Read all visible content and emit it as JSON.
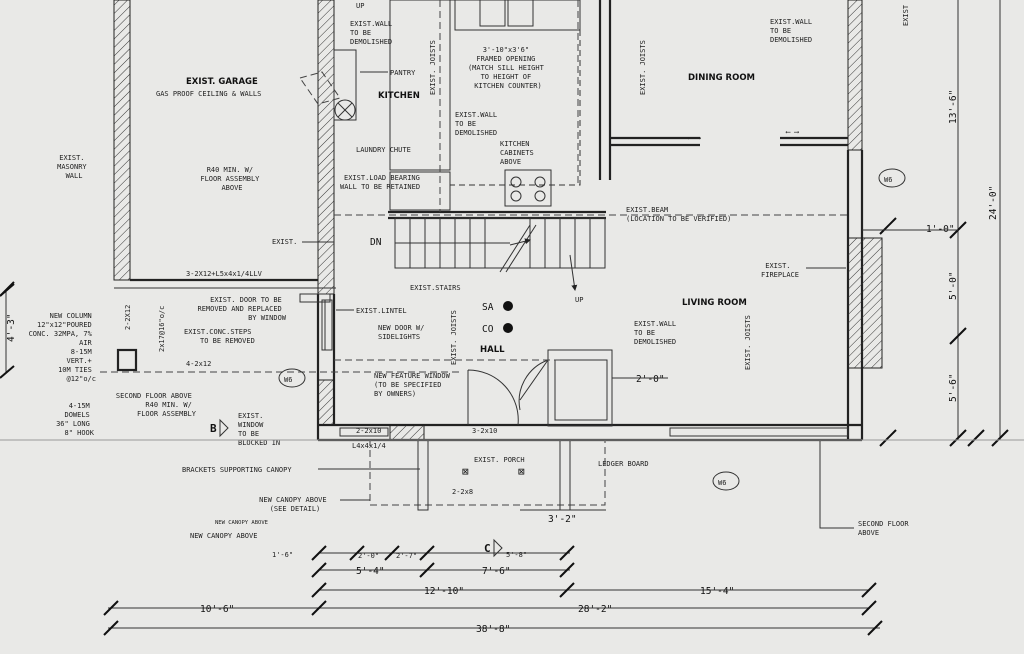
{
  "labels": {
    "up_top": "UP",
    "wall_demo_1": [
      "EXIST.WALL",
      "TO BE",
      "DEMOLISHED"
    ],
    "wall_demo_2": [
      "EXIST.WALL",
      "TO BE",
      "DEMOLISHED"
    ],
    "wall_demo_3": [
      "EXIST.WALL",
      "TO BE",
      "DEMOLISHED"
    ],
    "wall_demo_4": [
      "EXIST.WALL",
      "TO BE",
      "DEMOLISHED"
    ],
    "framed_opening": [
      "3'-10\"x3'6\"",
      "FRAMED OPENING",
      "(MATCH SILL HEIGHT",
      "TO HEIGHT OF",
      "KITCHEN COUNTER)"
    ],
    "pantry": "PANTRY",
    "laundry_chute": "LAUNDRY CHUTE",
    "kitchen_cabinets": [
      "KITCHEN",
      "CABINETS",
      "ABOVE"
    ],
    "load_bearing": [
      "EXIST.LOAD BEARING",
      "WALL TO BE RETAINED"
    ],
    "beam": [
      "EXIST.BEAM",
      "(LOCATION TO BE VERIFIED)"
    ],
    "exist": "EXIST.",
    "dn": "DN",
    "exist_stairs": "EXIST.STAIRS",
    "up_stairs": "UP",
    "masonry_wall": [
      "EXIST.",
      "MASONRY",
      "WALL"
    ],
    "r40": [
      "R40 MIN. W/",
      "FLOOR ASSEMBLY",
      "ABOVE"
    ],
    "gas_proof": "GAS PROOF CEILING & WALLS",
    "beam_header": "3-2X12+L5x4x1/4LLV",
    "door_replaced": [
      "EXIST. DOOR TO BE",
      "REMOVED AND REPLACED",
      "BY WINDOW"
    ],
    "conc_steps": [
      "EXIST.CONC.STEPS",
      "TO BE REMOVED"
    ],
    "lintel": "EXIST.LINTEL",
    "new_door": [
      "NEW DOOR W/",
      "SIDELIGHTS"
    ],
    "sa": "SA",
    "co": "CO",
    "new_column": [
      "NEW COLUMN",
      "12\"x12\"POURED",
      "CONC. 32MPA, 7%",
      "AIR",
      "8-15M",
      "VERT.+",
      "10M TIES",
      "@12\"o/c"
    ],
    "dowels": [
      "4-15M",
      "DOWELS",
      "36\" LONG",
      "8\" HOOK"
    ],
    "second_floor_r40": [
      "SECOND FLOOR ABOVE",
      "R40 MIN. W/",
      "FLOOR ASSEMBLY"
    ],
    "blocked_window": [
      "EXIST.",
      "WINDOW",
      "TO BE",
      "BLOCKED IN"
    ],
    "feature_window": [
      "NEW FEATURE WINDOW",
      "(TO BE SPECIFIED",
      "BY OWNERS)"
    ],
    "two_2x12_v": "2-2X12",
    "two_2x12_v2": "2x17@16\"o/c",
    "four_2x12": "4-2x12",
    "two_2x10": "2-2x10",
    "l4x4": "L4x4x1/4",
    "three_2x10": "3-2x10",
    "exist_porch": "EXIST. PORCH",
    "two_2x8": "2-2x8",
    "ledger": [
      "LEDGER BOARD"
    ],
    "brackets": "BRACKETS SUPPORTING CANOPY",
    "new_canopy": [
      "NEW CANOPY ABOVE",
      "(SEE DETAIL)"
    ],
    "new_canopy_small": "NEW CANOPY ABOVE",
    "new_canopy_small2": "NEW CANOPY ABOVE",
    "fireplace": [
      "EXIST.",
      "FIREPLACE"
    ],
    "second_floor_above": [
      "SECOND FLOOR",
      "ABOVE"
    ],
    "joists": "EXIST. JOISTS",
    "joists_top_right": "EXIST",
    "w6": "W6",
    "section_b": "B",
    "section_c": "C"
  },
  "rooms": {
    "garage": "EXIST. GARAGE",
    "kitchen": "KITCHEN",
    "dining": "DINING ROOM",
    "living": "LIVING ROOM",
    "hall": "HALL"
  },
  "dims": {
    "d_1_0": "1'-0\"",
    "d_13_6": "13'-6\"",
    "d_24_0": "24'-0\"",
    "d_5_0": "5'-0\"",
    "d_5_6": "5'-6\"",
    "d_4_3": "4'-3\"",
    "d_2_0": "2'-0\"",
    "d_3_2": "3'-2\"",
    "d_1_6": "1'-6\"",
    "d_2_0b": "2'-0\"",
    "d_2_7": "2'-7\"",
    "d_5_8": "5'-8\"",
    "d_5_4": "5'-4\"",
    "d_7_6": "7'-6\"",
    "d_12_10": "12'-10\"",
    "d_15_4": "15'-4\"",
    "d_10_6": "10'-6\"",
    "d_28_2": "28'-2\"",
    "d_38_8": "38'-8\""
  }
}
